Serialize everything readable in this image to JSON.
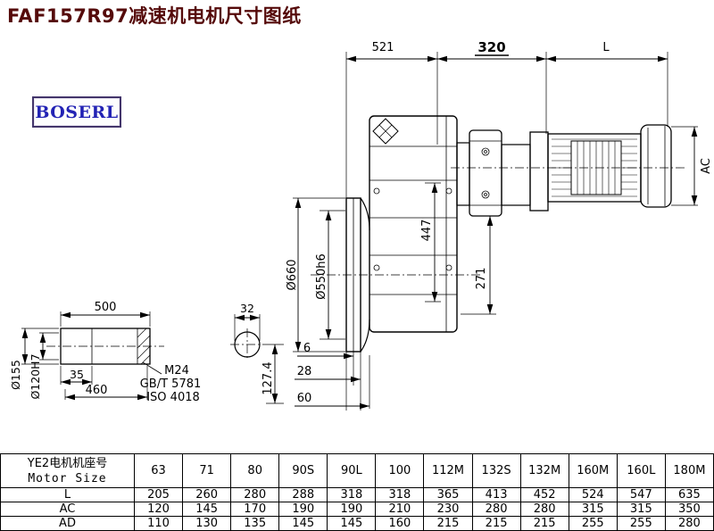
{
  "page": {
    "title": "FAF157R97减速机电机尺寸图纸",
    "logo_text": "BOSERL"
  },
  "dims": {
    "top_width_gear": "521",
    "top_width_adapter": "320",
    "top_width_motor": "L",
    "motor_height": "AC",
    "gear_height": "447",
    "output_offset": "271",
    "flange_od": "Ø660",
    "flange_spigot": "Ø550h6",
    "shaft_length": "500",
    "shaft_step": "35",
    "shaft_usable": "460",
    "shaft_od": "Ø155",
    "shaft_bore": "Ø120H7",
    "thread": "M24",
    "thread_std1": "GB/T 5781",
    "thread_std2": "ISO 4018",
    "key_width": "32",
    "foot_height": "127.4",
    "step_6": "6",
    "step_28": "28",
    "step_60": "60"
  },
  "table": {
    "header": {
      "line1": "YE2电机机座号",
      "line2": "Motor Size"
    },
    "sizes": [
      "63",
      "71",
      "80",
      "90S",
      "90L",
      "100",
      "112M",
      "132S",
      "132M",
      "160M",
      "160L",
      "180M"
    ],
    "rows": [
      {
        "label": "L",
        "values": [
          "205",
          "260",
          "280",
          "288",
          "318",
          "318",
          "365",
          "413",
          "452",
          "524",
          "547",
          "635"
        ]
      },
      {
        "label": "AC",
        "values": [
          "120",
          "145",
          "170",
          "190",
          "190",
          "210",
          "230",
          "280",
          "280",
          "315",
          "315",
          "350"
        ]
      },
      {
        "label": "AD",
        "values": [
          "110",
          "130",
          "135",
          "145",
          "145",
          "160",
          "215",
          "215",
          "215",
          "255",
          "255",
          "280"
        ]
      }
    ]
  }
}
